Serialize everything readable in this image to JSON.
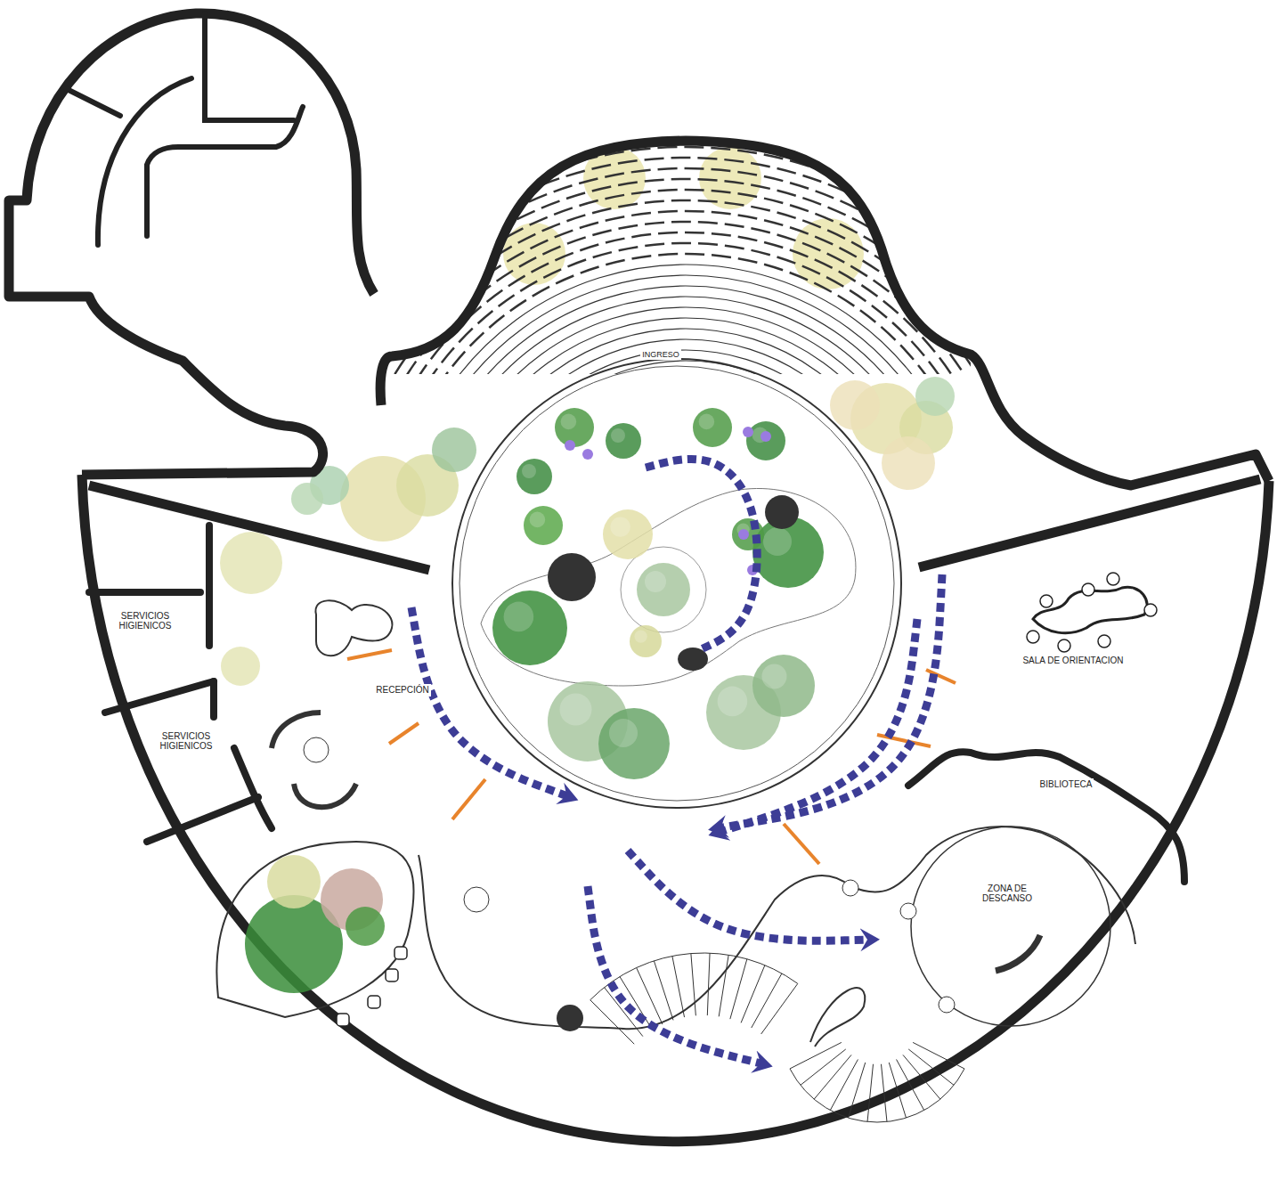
{
  "diagram": {
    "labels": [
      "INGRESO",
      "SERVICIOS HIGIENICOS",
      "SERVICIOS HIGIENICOS",
      "RECEPCIÓN",
      "SALA DE ORIENTACION",
      "BIBLIOTECA",
      "ZONA DE DESCANSO"
    ]
  }
}
